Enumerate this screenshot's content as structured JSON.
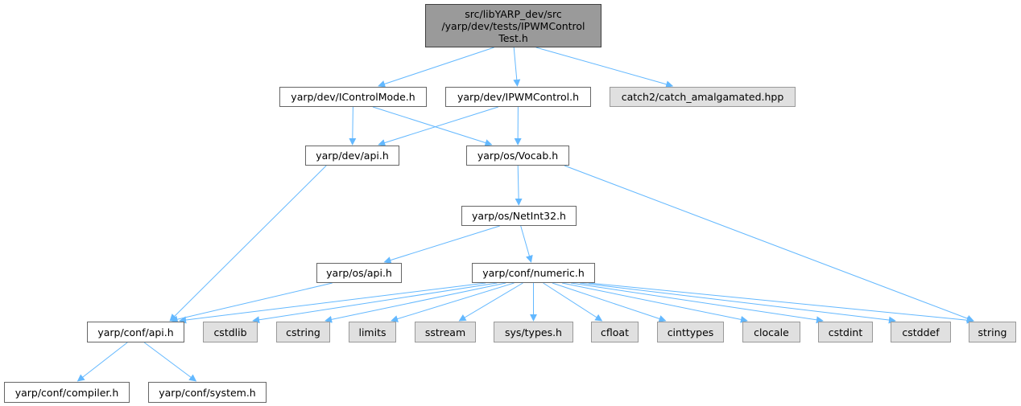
{
  "colors": {
    "edge": "#63b8ff",
    "root_fill": "#9a9a9a",
    "external_fill": "#e0e0e0",
    "node_border": "#666666"
  },
  "nodes": {
    "root": {
      "lines": [
        "src/libYARP_dev/src",
        "/yarp/dev/tests/IPWMControl",
        "Test.h"
      ]
    },
    "icontrolmode": {
      "label": "yarp/dev/IControlMode.h"
    },
    "ipwmcontrol": {
      "label": "yarp/dev/IPWMControl.h"
    },
    "catch": {
      "label": "catch2/catch_amalgamated.hpp"
    },
    "dev_api": {
      "label": "yarp/dev/api.h"
    },
    "vocab": {
      "label": "yarp/os/Vocab.h"
    },
    "netint32": {
      "label": "yarp/os/NetInt32.h"
    },
    "os_api": {
      "label": "yarp/os/api.h"
    },
    "numeric": {
      "label": "yarp/conf/numeric.h"
    },
    "conf_api": {
      "label": "yarp/conf/api.h"
    },
    "cstdlib": {
      "label": "cstdlib"
    },
    "cstring": {
      "label": "cstring"
    },
    "limits": {
      "label": "limits"
    },
    "sstream": {
      "label": "sstream"
    },
    "systypes": {
      "label": "sys/types.h"
    },
    "cfloat": {
      "label": "cfloat"
    },
    "cinttypes": {
      "label": "cinttypes"
    },
    "clocale": {
      "label": "clocale"
    },
    "cstdint": {
      "label": "cstdint"
    },
    "cstddef": {
      "label": "cstddef"
    },
    "string": {
      "label": "string"
    },
    "compiler": {
      "label": "yarp/conf/compiler.h"
    },
    "system": {
      "label": "yarp/conf/system.h"
    }
  },
  "edges": [
    [
      "root",
      "icontrolmode"
    ],
    [
      "root",
      "ipwmcontrol"
    ],
    [
      "root",
      "catch"
    ],
    [
      "icontrolmode",
      "dev_api"
    ],
    [
      "icontrolmode",
      "vocab"
    ],
    [
      "ipwmcontrol",
      "dev_api"
    ],
    [
      "ipwmcontrol",
      "vocab"
    ],
    [
      "dev_api",
      "conf_api"
    ],
    [
      "vocab",
      "netint32"
    ],
    [
      "vocab",
      "string"
    ],
    [
      "netint32",
      "os_api"
    ],
    [
      "netint32",
      "numeric"
    ],
    [
      "os_api",
      "conf_api"
    ],
    [
      "numeric",
      "conf_api"
    ],
    [
      "numeric",
      "cstdlib"
    ],
    [
      "numeric",
      "cstring"
    ],
    [
      "numeric",
      "limits"
    ],
    [
      "numeric",
      "sstream"
    ],
    [
      "numeric",
      "systypes"
    ],
    [
      "numeric",
      "cfloat"
    ],
    [
      "numeric",
      "cinttypes"
    ],
    [
      "numeric",
      "clocale"
    ],
    [
      "numeric",
      "cstdint"
    ],
    [
      "numeric",
      "cstddef"
    ],
    [
      "numeric",
      "string"
    ],
    [
      "conf_api",
      "compiler"
    ],
    [
      "conf_api",
      "system"
    ]
  ]
}
